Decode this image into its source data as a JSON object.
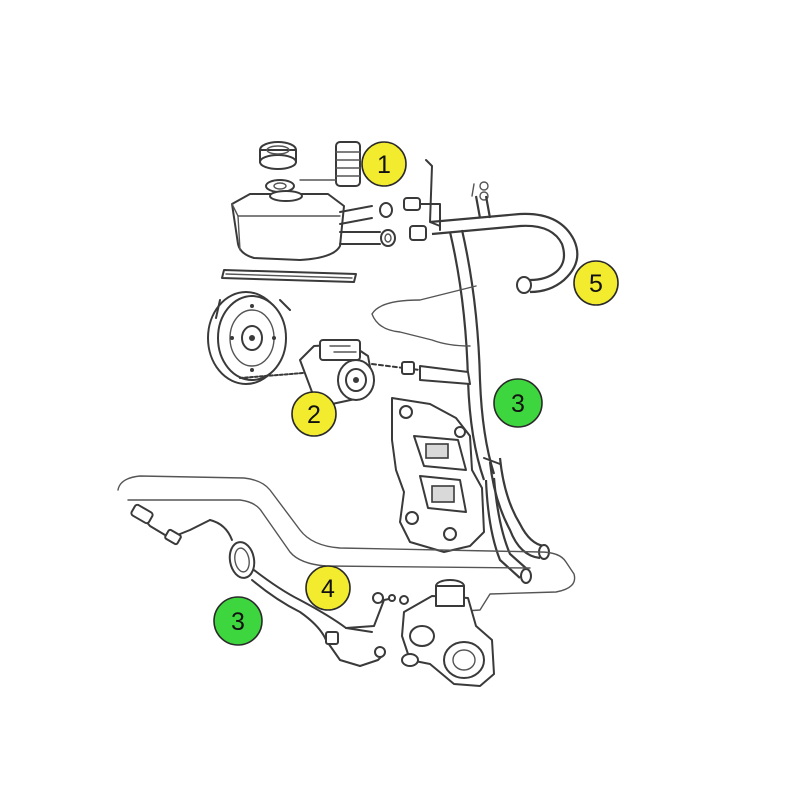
{
  "colors": {
    "yellow_callout": "#f2eb2e",
    "green_callout": "#3ed63e",
    "line": "#3a3a3a"
  },
  "callouts": [
    {
      "id": "c1",
      "label": "1",
      "color": "yellow"
    },
    {
      "id": "c2",
      "label": "2",
      "color": "yellow"
    },
    {
      "id": "c3a",
      "label": "3",
      "color": "green"
    },
    {
      "id": "c3b",
      "label": "3",
      "color": "green"
    },
    {
      "id": "c4",
      "label": "4",
      "color": "yellow"
    },
    {
      "id": "c5",
      "label": "5",
      "color": "yellow"
    }
  ]
}
